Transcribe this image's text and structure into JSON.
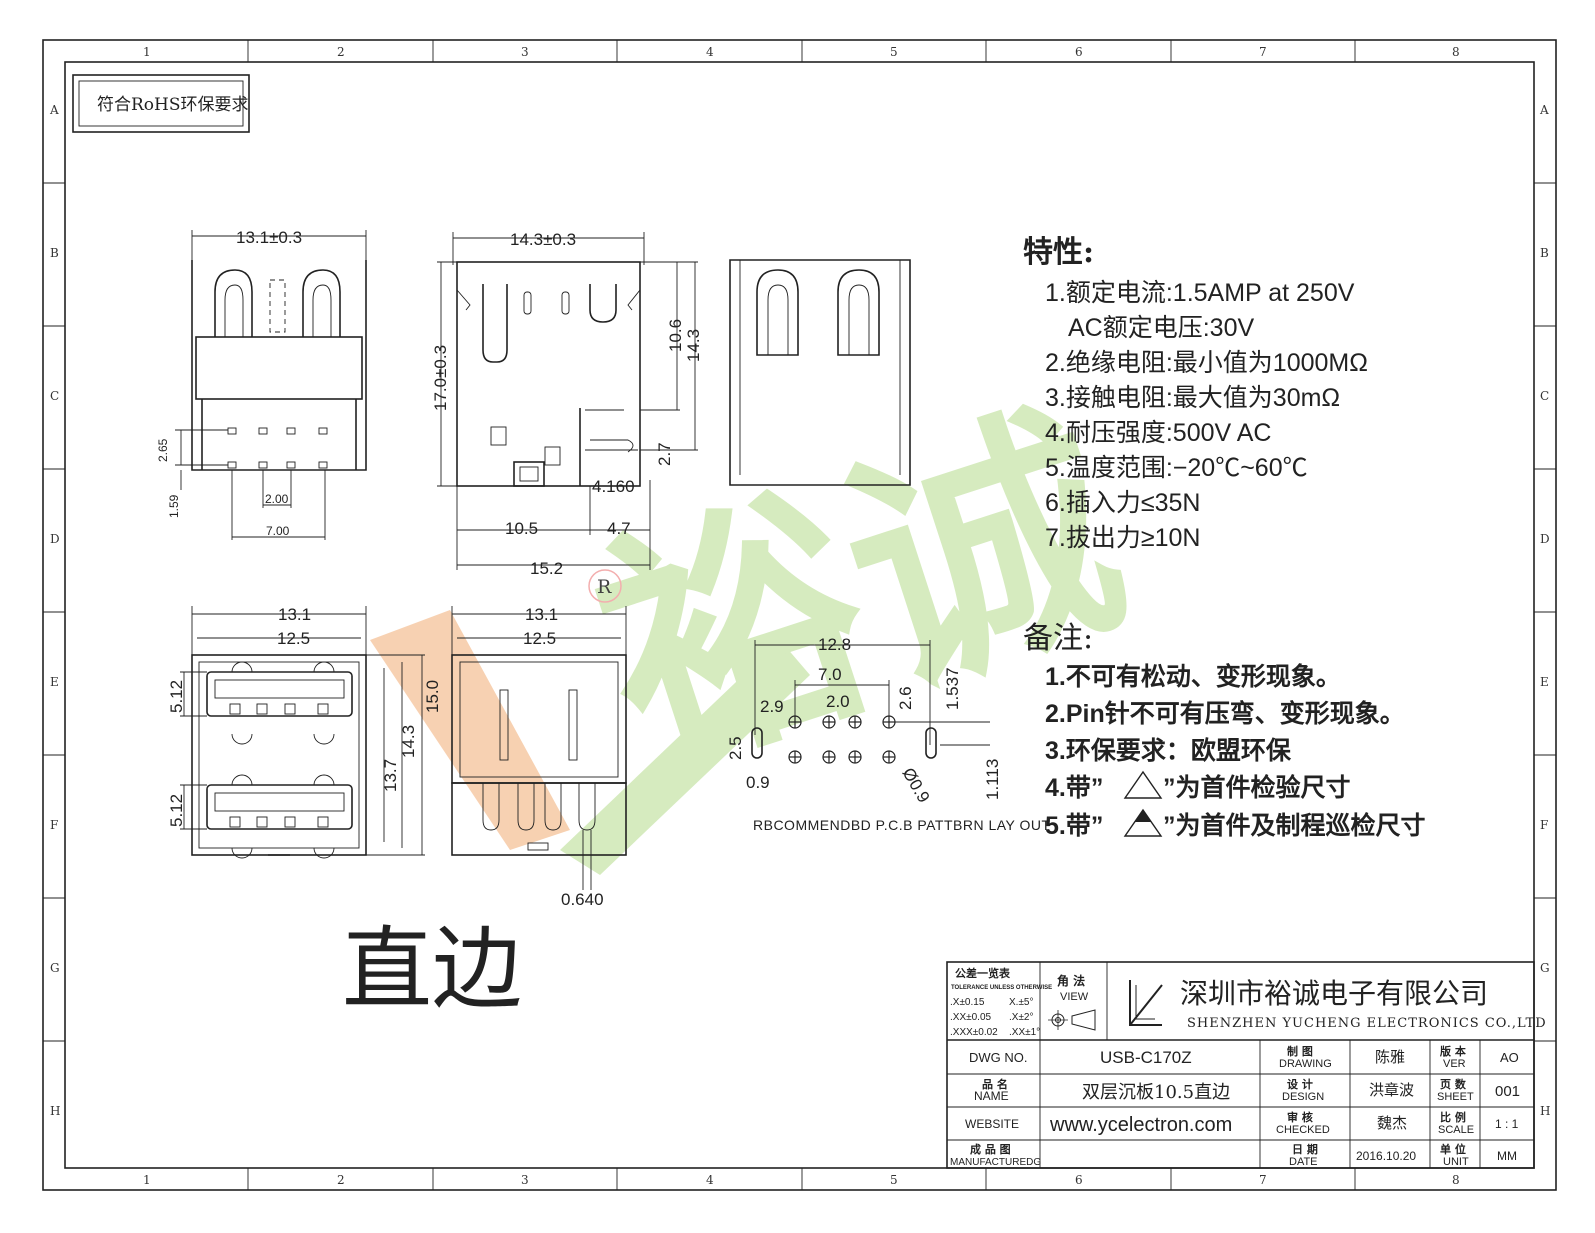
{
  "frame": {
    "col_labels": [
      "1",
      "2",
      "3",
      "4",
      "5",
      "6",
      "7",
      "8"
    ],
    "row_labels": [
      "A",
      "B",
      "C",
      "D",
      "E",
      "F",
      "G",
      "H"
    ]
  },
  "rohs_note": "符合RoHS环保要求",
  "features": {
    "heading": "特性:",
    "items": [
      "1.额定电流:1.5AMP  at  250V",
      "AC额定电压:30V",
      "2.绝缘电阻:最小值为1000MΩ",
      "3.接触电阻:最大值为30mΩ",
      "4.耐压强度:500V  AC",
      "5.温度范围:−20℃~60℃",
      "6.插入力≤35N",
      "7.拔出力≥10N"
    ]
  },
  "notes": {
    "heading": "备注:",
    "items": [
      "1.不可有松动、变形现象。",
      "2.Pin针不可有压弯、变形现象。",
      "3.环保要求：欧盟环保"
    ],
    "item4_prefix": "4.带”",
    "item4_suffix": "”为首件检验尺寸",
    "item5_prefix": "5.带”",
    "item5_suffix": "”为首件及制程巡检尺寸"
  },
  "dimensions": {
    "side_width": "13.1±0.3",
    "front_width": "14.3±0.3",
    "height_total": "17.0±0.3",
    "h_10_6": "10.6",
    "h_14_3": "14.3",
    "pin_2_7": "2.7",
    "pin_4_160": "4.160",
    "d_10_5": "10.5",
    "d_4_7": "4.7",
    "d_15_2": "15.2",
    "d_2_65": "2.65",
    "d_1_59": "1.59",
    "d_2_00": "2.00",
    "d_7_00": "7.00",
    "w_13_1_a": "13.1",
    "w_12_5_a": "12.5",
    "d_5_12_a": "5.12",
    "d_5_12_b": "5.12",
    "d_15_0": "15.0",
    "d_14_3_b": "14.3",
    "d_13_7": "13.7",
    "w_13_1_b": "13.1",
    "w_12_5_b": "12.5",
    "d_0_640": "0.640",
    "pcb_12_8": "12.8",
    "pcb_7_0": "7.0",
    "pcb_2_9": "2.9",
    "pcb_2_0": "2.0",
    "pcb_2_6": "2.6",
    "pcb_1_537": "1.537",
    "pcb_2_5": "2.5",
    "pcb_0_9": "0.9",
    "pcb_dia": "Ø0.9",
    "pcb_1_113": "1.113"
  },
  "pcb_caption": "RBCOMMENDBD  P.C.B  PATTBRN  LAY  OUT",
  "big_label": "直边",
  "watermark": {
    "text": "裕诚",
    "registered": "R"
  },
  "title_block": {
    "tolerance_title": "公差一览表",
    "tolerance_sub": "TOLERANCE UNLESS OTHERWISE",
    "tol_rows": [
      [
        ".X±0.15",
        "X.±5°"
      ],
      [
        ".XX±0.05",
        ".X±2°"
      ],
      [
        ".XXX±0.02",
        ".XX±1°"
      ]
    ],
    "view_cn": "角 法",
    "view_en": "VIEW",
    "company_cn": "深圳市裕诚电子有限公司",
    "company_en": "SHENZHEN  YUCHENG  ELECTRONICS  CO.,LTD",
    "dwg_no_label": "DWG NO.",
    "dwg_no": "USB-C170Z",
    "drawing_cn": "制 图",
    "drawing_en": "DRAWING",
    "drawing_name": "陈雅",
    "ver_cn": "版 本",
    "ver_en": "VER",
    "ver": "AO",
    "name_cn": "品 名",
    "name_en": "NAME",
    "name": "双层沉板10.5直边",
    "design_cn": "设 计",
    "design_en": "DESIGN",
    "design_name": "洪章波",
    "sheet_cn": "页 数",
    "sheet_en": "SHEET",
    "sheet": "001",
    "website_label": "WEBSITE",
    "website": "www.ycelectron.com",
    "checked_cn": "审 核",
    "checked_en": "CHECKED",
    "checked_name": "魏杰",
    "scale_cn": "比 例",
    "scale_en": "SCALE",
    "scale": "1 : 1",
    "mfg_cn": "成 品 图",
    "mfg_en": "MANUFACTUREDG",
    "date_cn": "日 期",
    "date_en": "DATE",
    "date": "2016.10.20",
    "unit_cn": "单 位",
    "unit_en": "UNIT",
    "unit": "MM"
  },
  "colors": {
    "line": "#222222",
    "watermark_green": "#cfe8b5",
    "watermark_orange": "#f6c9a4",
    "registered": "#f2a0a0"
  }
}
